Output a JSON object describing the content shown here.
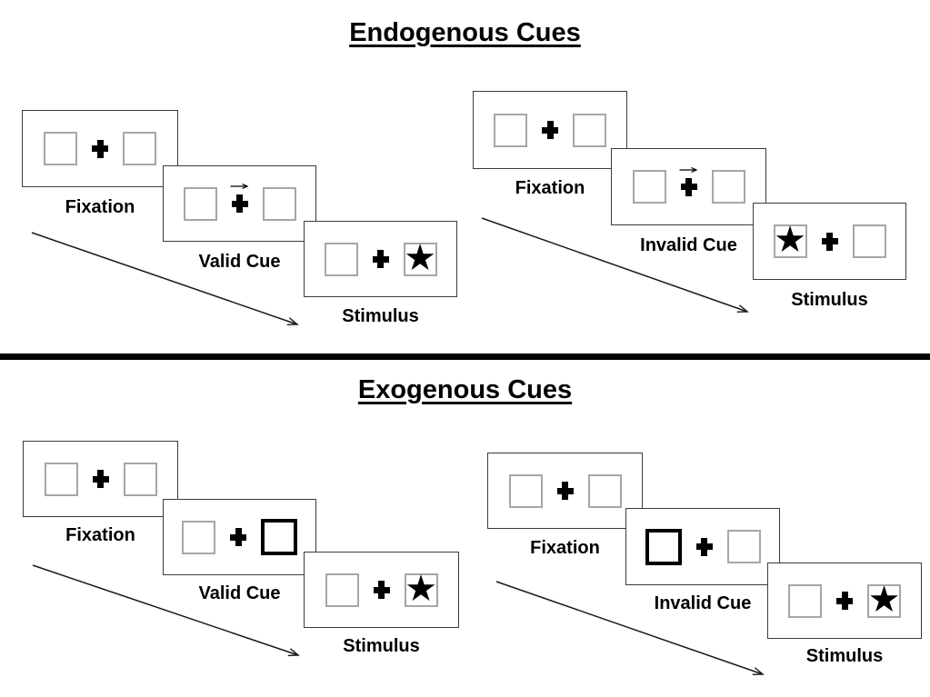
{
  "figure": {
    "description_note": "Posner cueing paradigm figure with two sections of trial sequences"
  },
  "sections": [
    {
      "name": "Endogenous Cues",
      "trials": [
        {
          "name": "valid-trial",
          "frames": [
            {
              "label": "Fixation",
              "content": "two empty boxes with central fixation cross"
            },
            {
              "label": "Valid Cue",
              "content": "central right-pointing arrow above fixation cross",
              "cue": "central-arrow-right"
            },
            {
              "label": "Stimulus",
              "content": "star target in right box",
              "target_side": "right"
            }
          ]
        },
        {
          "name": "invalid-trial",
          "frames": [
            {
              "label": "Fixation",
              "content": "two empty boxes with central fixation cross"
            },
            {
              "label": "Invalid Cue",
              "content": "central right-pointing arrow above fixation cross",
              "cue": "central-arrow-right"
            },
            {
              "label": "Stimulus",
              "content": "star target in left box",
              "target_side": "left"
            }
          ]
        }
      ]
    },
    {
      "name": "Exogenous Cues",
      "trials": [
        {
          "name": "valid-trial",
          "frames": [
            {
              "label": "Fixation",
              "content": "two empty boxes with central fixation cross"
            },
            {
              "label": "Valid Cue",
              "content": "right peripheral box thickened",
              "cue": "peripheral-box-right"
            },
            {
              "label": "Stimulus",
              "content": "star target in right box",
              "target_side": "right"
            }
          ]
        },
        {
          "name": "invalid-trial",
          "frames": [
            {
              "label": "Fixation",
              "content": "two empty boxes with central fixation cross"
            },
            {
              "label": "Invalid Cue",
              "content": "left peripheral box thickened",
              "cue": "peripheral-box-left"
            },
            {
              "label": "Stimulus",
              "content": "star target in right box",
              "target_side": "right"
            }
          ]
        }
      ]
    }
  ],
  "icons": {
    "star": "★",
    "fixation_cross": "heavy-plus",
    "cue_arrow": "thin-right-arrow",
    "sequence_arrow": "diagonal-open-head-arrow"
  },
  "colors": {
    "background": "#ffffff",
    "ink": "#000000",
    "frame_border": "#3b3b3b",
    "placeholder_box_border": "#a6a6a6",
    "cue_box_border": "#000000"
  }
}
